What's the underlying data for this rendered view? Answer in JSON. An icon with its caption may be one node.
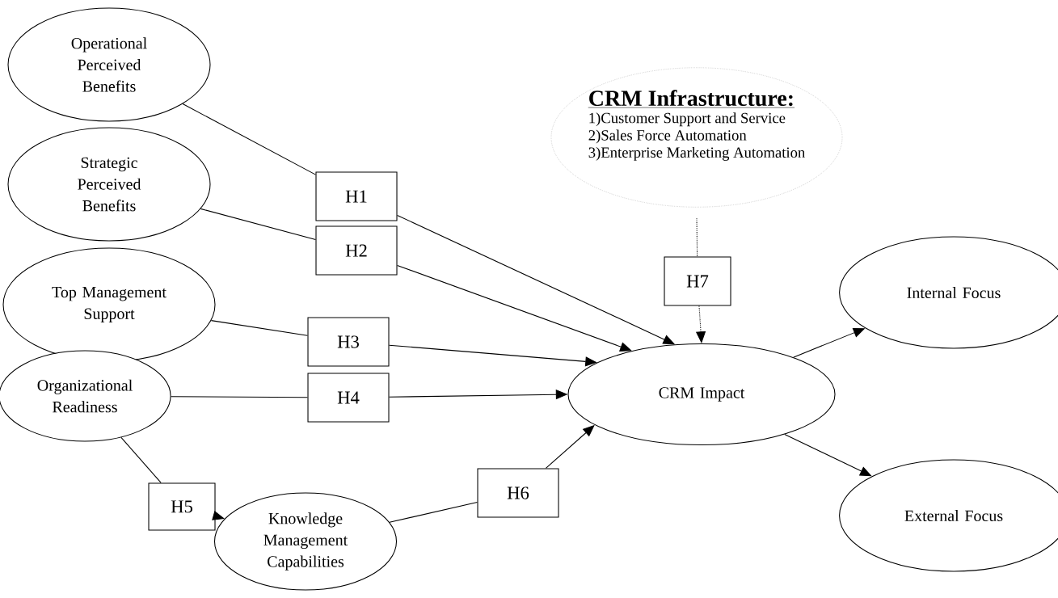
{
  "diagram": {
    "nodes": [
      {
        "text": [
          "Operational Perceived Benefits"
        ]
      },
      {
        "text": [
          "Strategic Perceived Benefits"
        ]
      },
      {
        "text": [
          "Top Management Support"
        ]
      },
      {
        "text": [
          "Organizational Readiness"
        ]
      },
      {
        "text": [
          "Knowledge Management Capabilities"
        ]
      },
      {
        "text": [
          "CRM Impact"
        ]
      },
      {
        "text": [
          "Internal Focus"
        ]
      },
      {
        "text": [
          "External Focus"
        ]
      },
      {
        "text": [
          "H1"
        ]
      },
      {
        "text": [
          "H2"
        ]
      },
      {
        "text": [
          "H3"
        ]
      },
      {
        "text": [
          "H4"
        ]
      },
      {
        "text": [
          "H5"
        ]
      },
      {
        "text": [
          "H6"
        ]
      },
      {
        "text": [
          "H7"
        ]
      },
      {
        "text": [
          "CRM Infrastructure:",
          "1)Customer Support and Service",
          "2)Sales Force Automation",
          "3)Enterprise Marketing Automation"
        ]
      }
    ],
    "edges": [
      {
        "from": 0,
        "to": 8,
        "arrow": "none"
      },
      {
        "from": 8,
        "to": 5,
        "arrow": "to"
      },
      {
        "from": 1,
        "to": 9,
        "arrow": "none"
      },
      {
        "from": 9,
        "to": 5,
        "arrow": "to"
      },
      {
        "from": 2,
        "to": 10,
        "arrow": "none"
      },
      {
        "from": 10,
        "to": 5,
        "arrow": "to"
      },
      {
        "from": 3,
        "to": 11,
        "arrow": "none"
      },
      {
        "from": 11,
        "to": 5,
        "arrow": "to"
      },
      {
        "from": 3,
        "to": 12,
        "arrow": "none"
      },
      {
        "from": 12,
        "to": 4,
        "arrow": "to"
      },
      {
        "from": 4,
        "to": 13,
        "arrow": "none"
      },
      {
        "from": 13,
        "to": 5,
        "arrow": "to"
      },
      {
        "from": 15,
        "to": 14,
        "arrow": "none",
        "style": "dashed"
      },
      {
        "from": 14,
        "to": 5,
        "arrow": "to",
        "style": "dashed"
      },
      {
        "from": 5,
        "to": 6,
        "arrow": "to"
      },
      {
        "from": 5,
        "to": 7,
        "arrow": "to"
      }
    ]
  }
}
